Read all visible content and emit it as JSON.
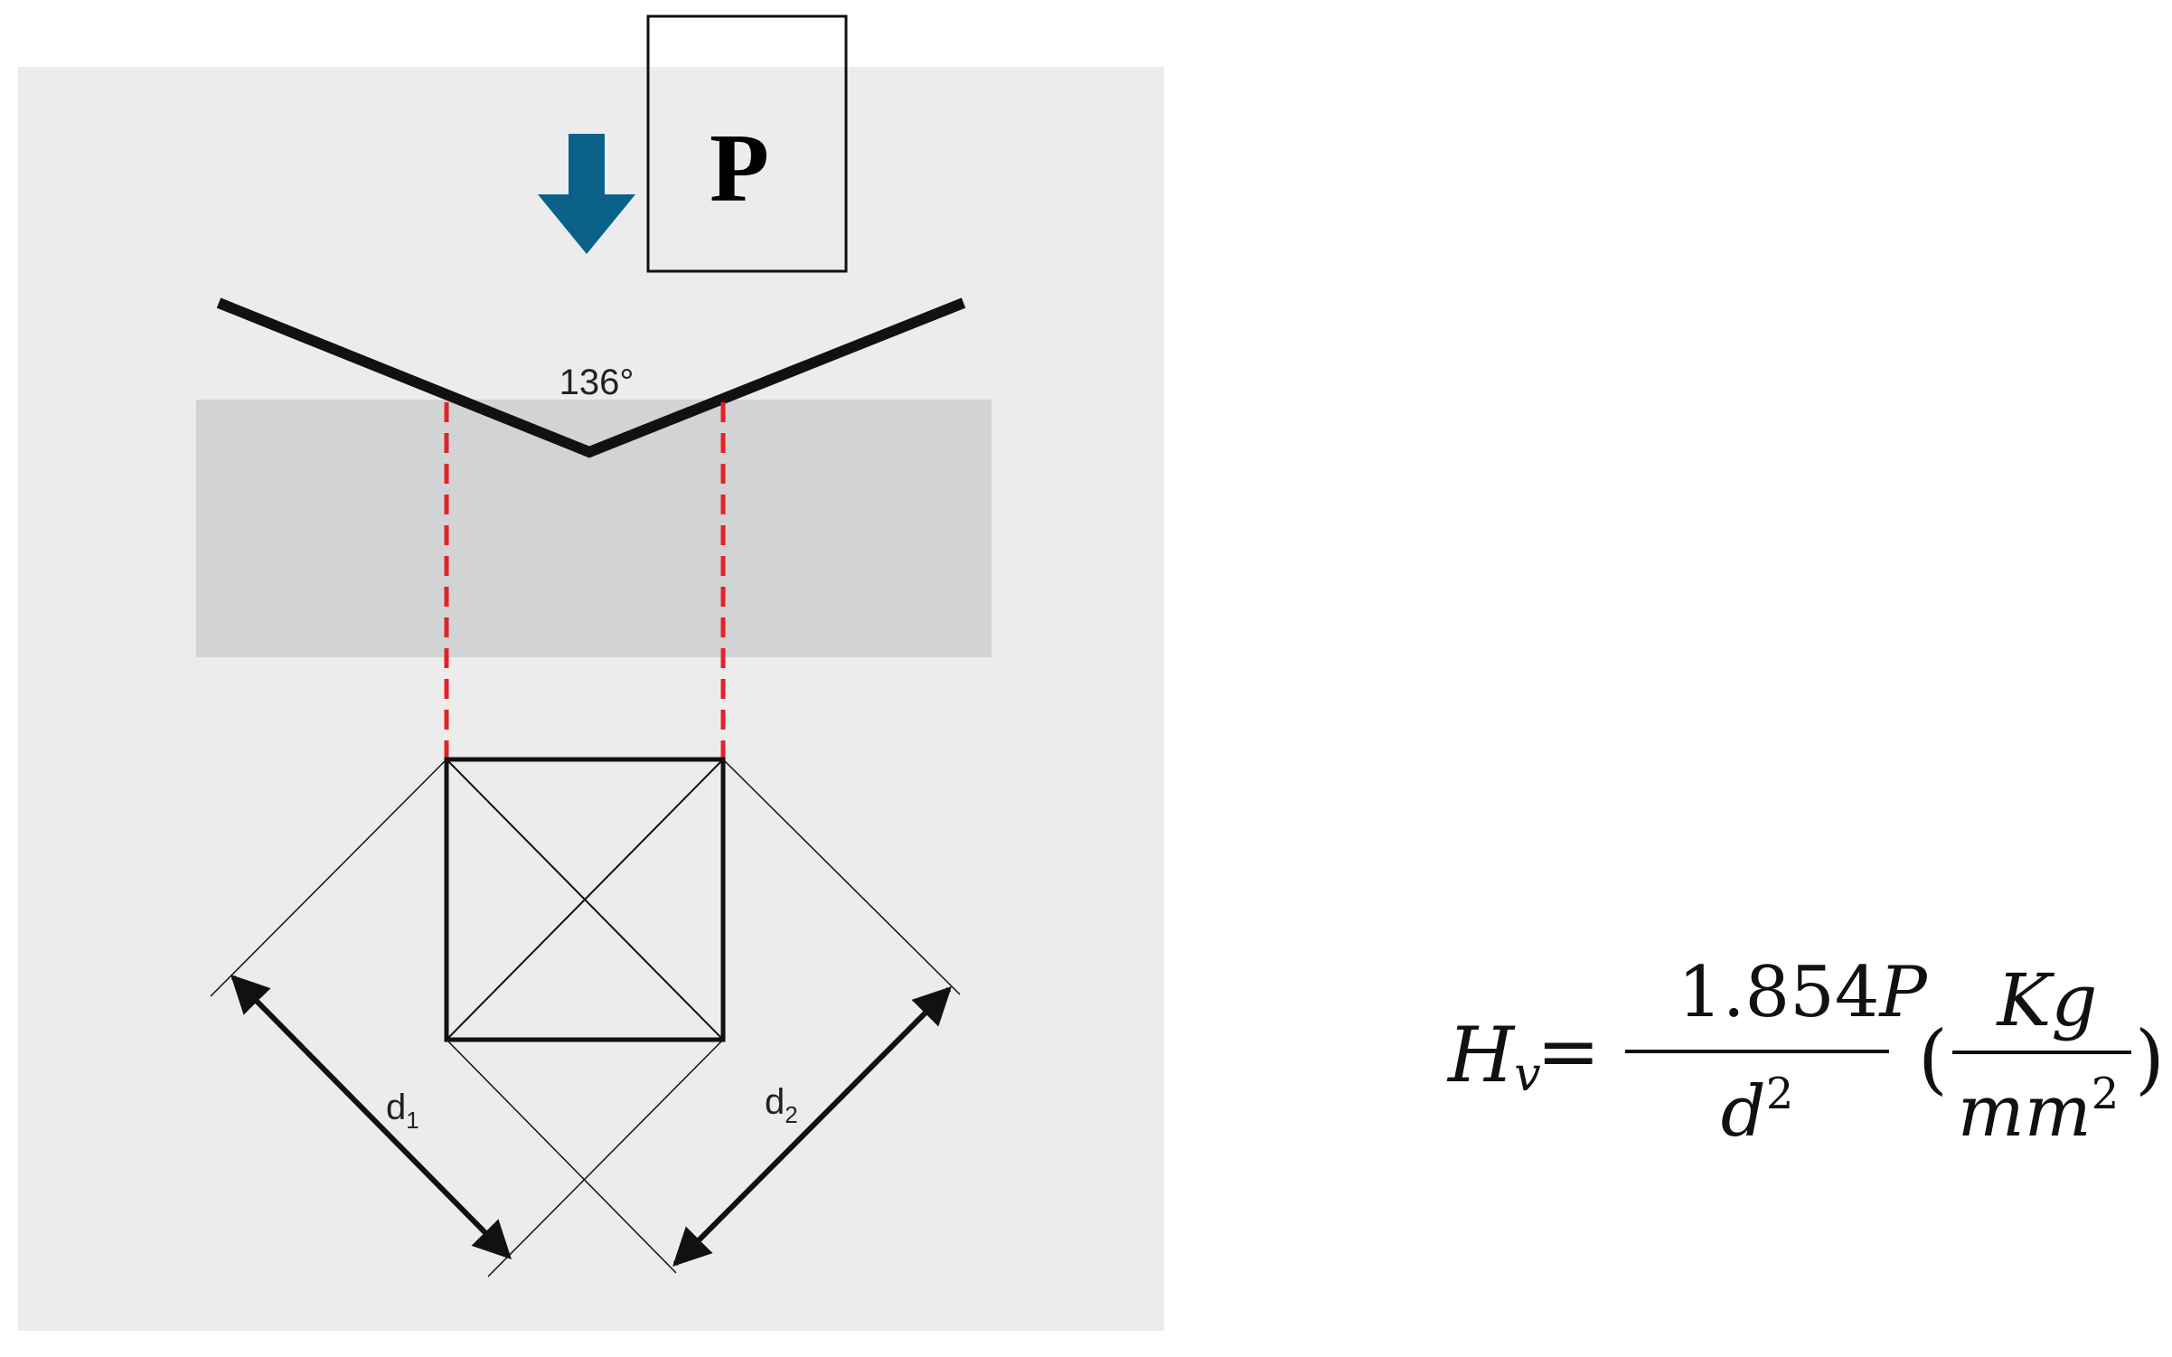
{
  "load_label": "P",
  "angle_label": "136°",
  "d1": {
    "base": "d",
    "sub": "1"
  },
  "d2": {
    "base": "d",
    "sub": "2"
  },
  "formula": {
    "lhs_base": "H",
    "lhs_sub": "v",
    "equals": "=",
    "numerator": "1.854P",
    "denominator_base": "d",
    "denominator_exp": "2",
    "unit_open": "(",
    "unit_numerator": "Kg",
    "unit_denominator_base": "mm",
    "unit_denominator_exp": "2",
    "unit_close": ")"
  },
  "colors": {
    "panel": "#ececec",
    "specimen": "#d2d3d5",
    "arrow": "#0b6289",
    "dashed": "#e32227",
    "ink": "#111111"
  }
}
